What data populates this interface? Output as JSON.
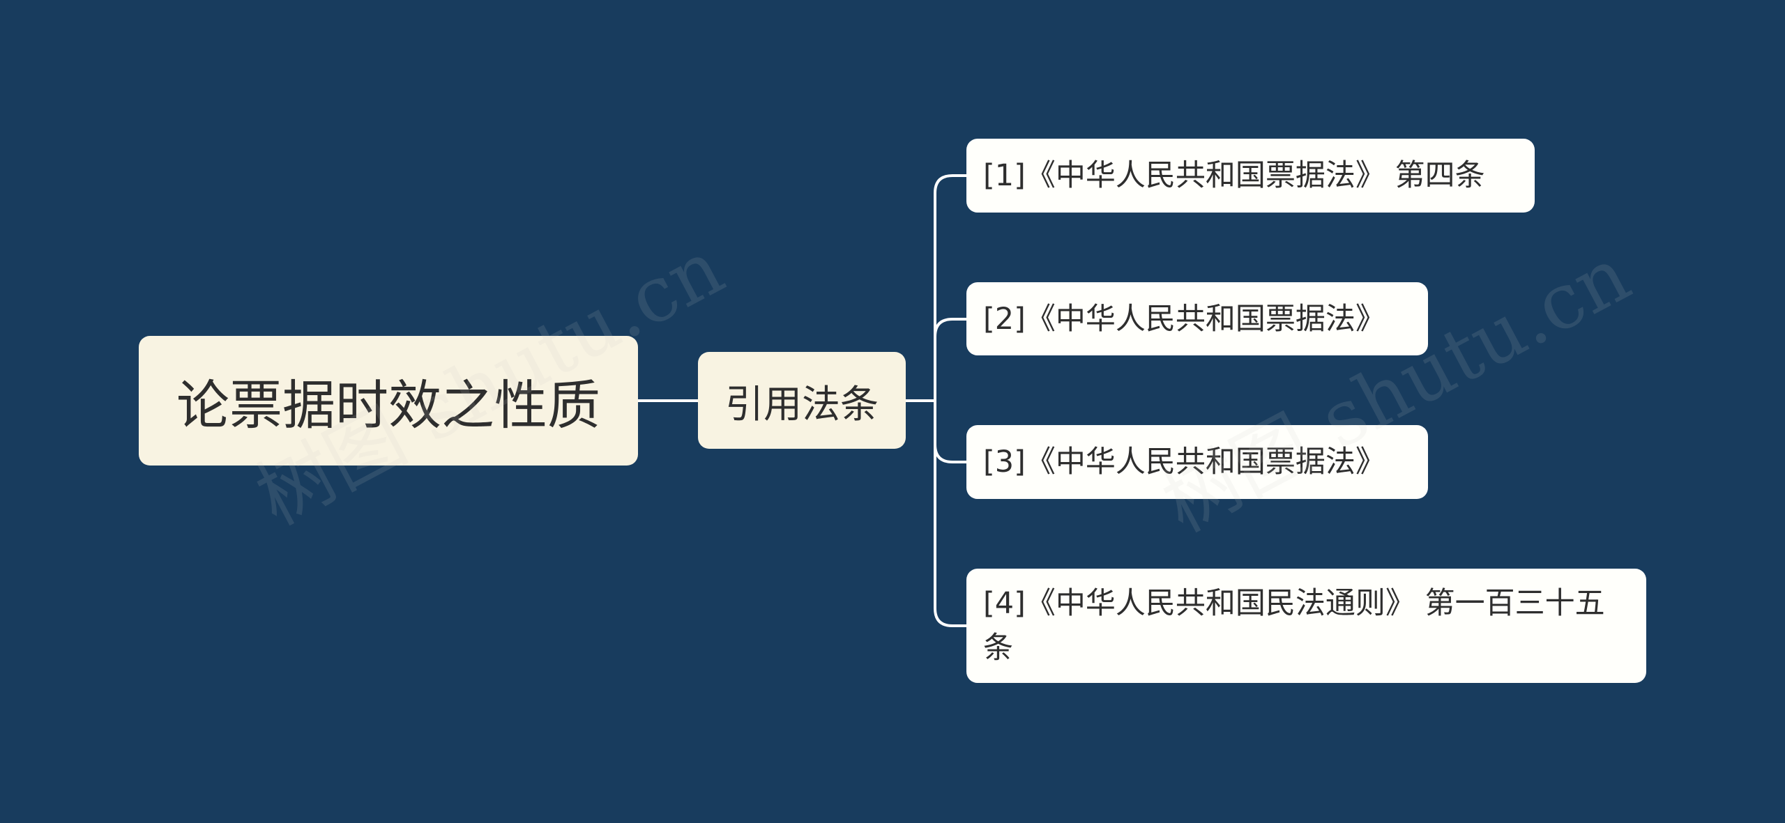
{
  "mindmap": {
    "root": {
      "label": "论票据时效之性质"
    },
    "branch": {
      "label": "引用法条"
    },
    "leaves": [
      {
        "label": "[1]《中华人民共和国票据法》 第四条"
      },
      {
        "label": "[2]《中华人民共和国票据法》"
      },
      {
        "label": "[3]《中华人民共和国票据法》"
      },
      {
        "label": "[4]《中华人民共和国民法通则》 第一百三十五条"
      }
    ]
  },
  "watermark": {
    "text": "树图 shutu.cn"
  },
  "colors": {
    "background": "#183c5e",
    "node_fill": "#f8f3e2",
    "leaf_fill": "#fffffb",
    "connector": "#ffffff",
    "text": "#2e2e2e"
  }
}
